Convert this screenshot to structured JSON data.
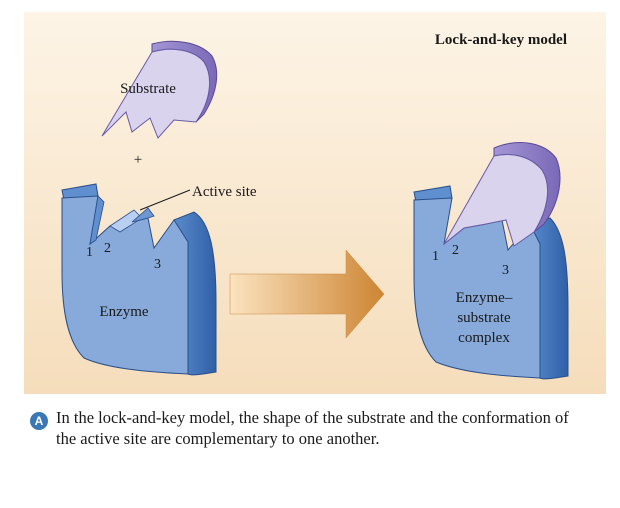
{
  "figure": {
    "title": "Lock-and-key model",
    "left_panel": {
      "substrate_label": "Substrate",
      "plus_sign": "+",
      "active_site_label": "Active site",
      "site_numbers": [
        "1",
        "2",
        "3"
      ],
      "enzyme_label": "Enzyme"
    },
    "right_panel": {
      "site_numbers": [
        "1",
        "2",
        "3"
      ],
      "complex_label_lines": [
        "Enzyme–",
        "substrate",
        "complex"
      ]
    },
    "colors": {
      "background_top": "#fdf3e4",
      "background_bottom": "#f6dfbf",
      "enzyme_fill": "#87aadb",
      "enzyme_side": "#3f73b8",
      "substrate_fill": "#d9d3ee",
      "substrate_side": "#8f80c6",
      "arrow_light": "#fbe2bb",
      "arrow_dark": "#cf8a36"
    },
    "icons": {
      "arrow": "right-arrow-icon",
      "caption_badge": "circle-letter-badge"
    }
  },
  "caption": {
    "badge_letter": "A",
    "text": "In the lock-and-key model, the shape of the substrate and the conformation of the active site are complementary to one another."
  }
}
